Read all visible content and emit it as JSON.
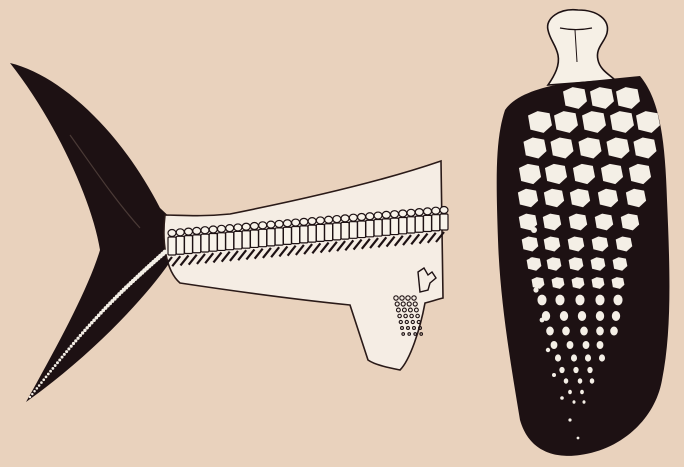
{
  "image": {
    "kind": "illustration",
    "subjects": [
      "tail-skeleton-figure",
      "paddle-limb-skeleton-figure"
    ],
    "colors": {
      "background": "#e9d2bd",
      "ink": "#1d1113",
      "bone": "#f4efe6"
    }
  }
}
